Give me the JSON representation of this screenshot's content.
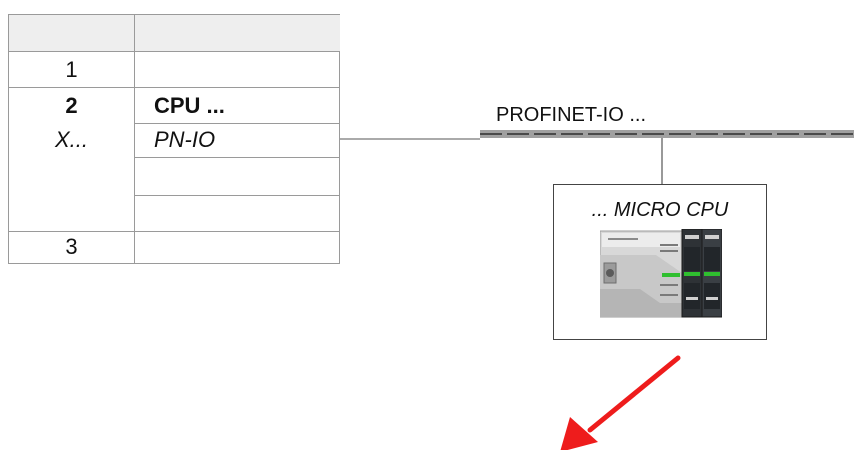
{
  "table": {
    "rows": [
      {
        "slot": "1"
      },
      {
        "slot": "2",
        "subslot": "X...",
        "module": "CPU ...",
        "submodule": "PN-IO"
      },
      {
        "slot": "3"
      }
    ]
  },
  "network": {
    "label": "PROFINET-IO ..."
  },
  "device": {
    "title": "... MICRO CPU",
    "icon": "plc-cpu-module-icon"
  },
  "annotation": {
    "icon": "red-arrow-down-left-icon",
    "color": "#ee1c1c"
  }
}
